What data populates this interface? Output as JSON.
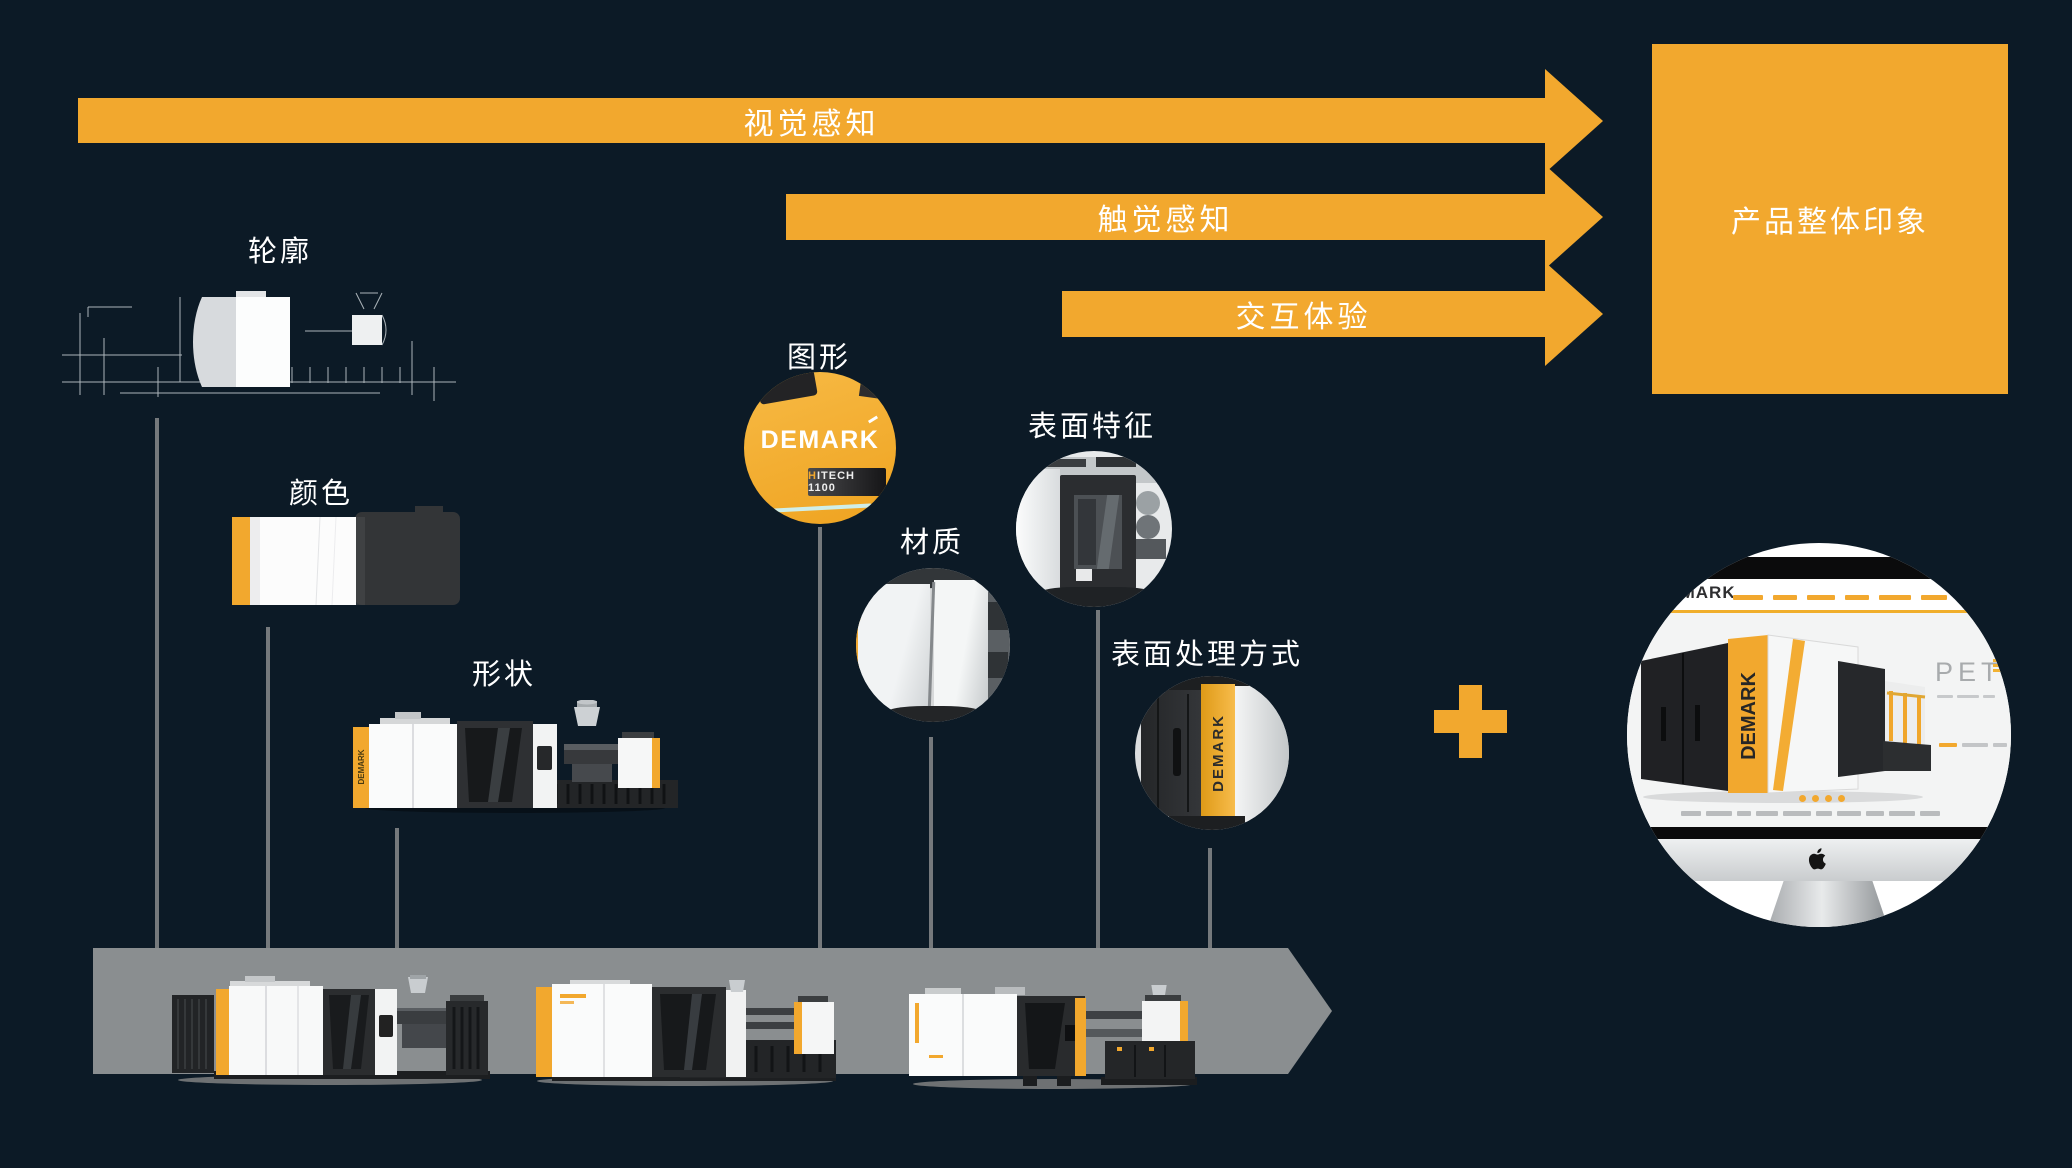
{
  "colors": {
    "background": "#0C1A26",
    "accent_orange": "#F2A82E",
    "band_gray": "#8A8E90",
    "connector_gray": "#75797C",
    "label_white": "#FFFFFF"
  },
  "perception_arrows": [
    {
      "id": "visual",
      "label": "视觉感知"
    },
    {
      "id": "tactile",
      "label": "触觉感知"
    },
    {
      "id": "interaction",
      "label": "交互体验"
    }
  ],
  "result_box": {
    "label": "产品整体印象"
  },
  "elements": {
    "outline": {
      "label": "轮廓"
    },
    "color": {
      "label": "颜色"
    },
    "shape": {
      "label": "形状",
      "strip": "DEMARK"
    },
    "graphic": {
      "label": "图形",
      "logo": "DEMARK",
      "badge": "HITECH 1100"
    },
    "material": {
      "label": "材质"
    },
    "surface_feature": {
      "label": "表面特征"
    },
    "surface_treatment": {
      "label": "表面处理方式",
      "strip": "DEMARK"
    }
  },
  "monitor": {
    "logo": "DEMARK",
    "hero_title": "PET",
    "hero_machine_strip": "DEMARK"
  },
  "icons": {
    "plus": "+",
    "apple": "apple-silhouette"
  }
}
